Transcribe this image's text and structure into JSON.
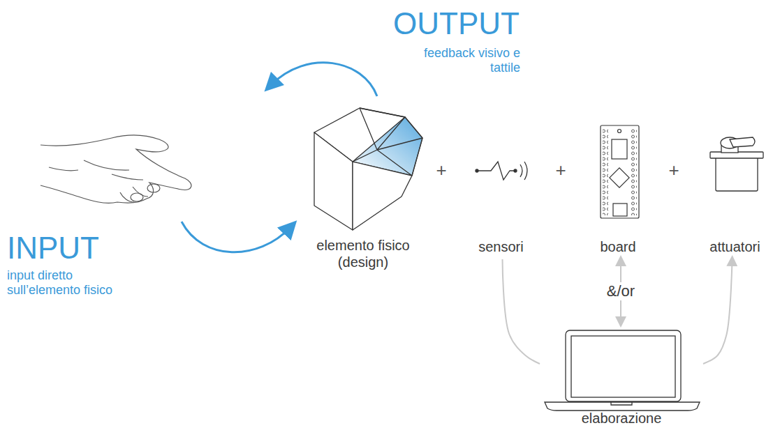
{
  "diagram": {
    "nodes": [
      {
        "text": [
          "elemento fisico (design)"
        ]
      },
      {
        "text": [
          "sensori"
        ]
      },
      {
        "text": [
          "board"
        ]
      },
      {
        "text": [
          "attuatori"
        ]
      },
      {
        "text": [
          "elaborazione"
        ]
      }
    ],
    "edges": [
      {
        "from": 1,
        "to": 4,
        "arrow": "none"
      },
      {
        "from": 4,
        "to": 3,
        "arrow": "to"
      },
      {
        "from": 2,
        "to": 4,
        "label": "&/or",
        "arrow": "both"
      }
    ],
    "labels": [
      "OUTPUT",
      "feedback visivo e tattile",
      "INPUT",
      "input diretto sull’elemento fisico",
      "+",
      "+",
      "+"
    ]
  }
}
